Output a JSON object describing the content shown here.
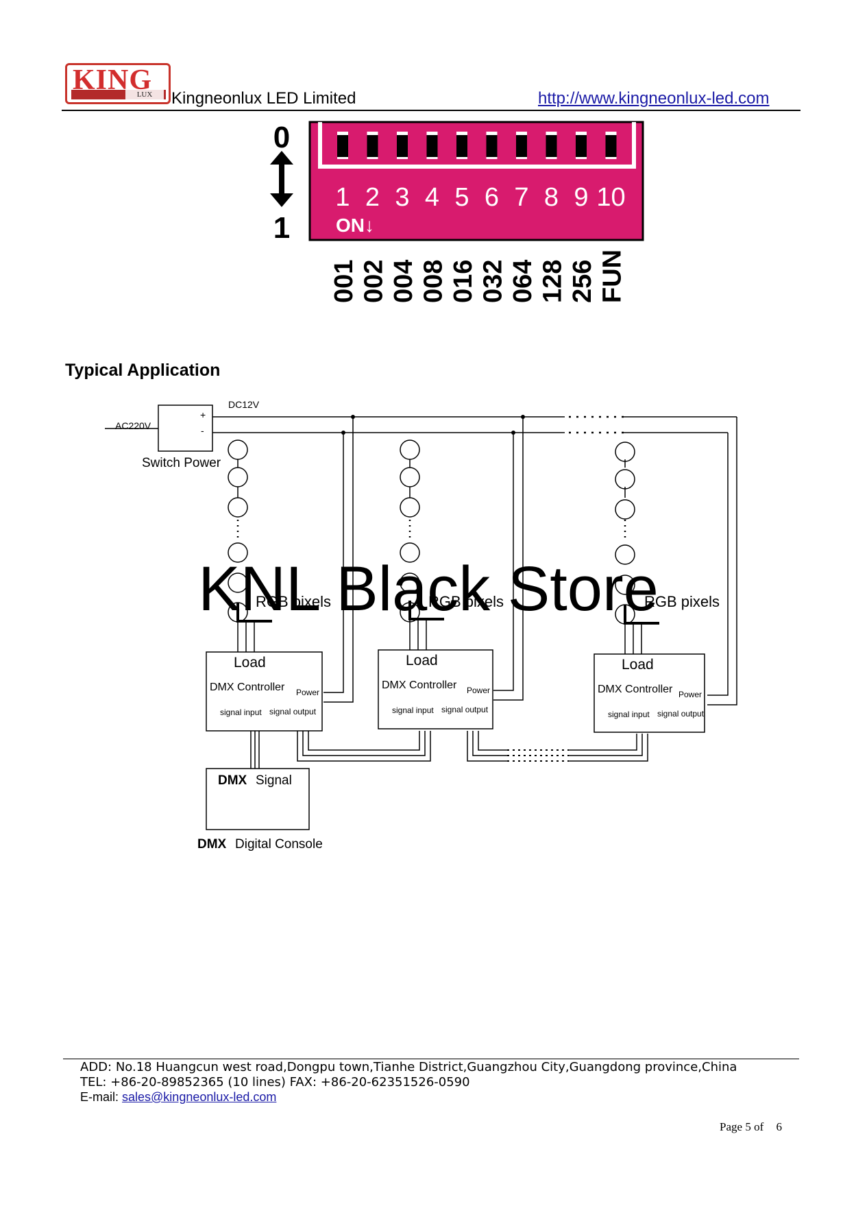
{
  "header": {
    "logo_text": "KING",
    "logo_sub": "LUX",
    "company": "Kingneonlux LED Limited",
    "url": "http://www.kingneonlux-led.com"
  },
  "dip_switch": {
    "label_off": "0",
    "label_on": "1",
    "on_label": "ON↓",
    "body_color": "#d81b6e",
    "numbers": [
      "1",
      "2",
      "3",
      "4",
      "5",
      "6",
      "7",
      "8",
      "9",
      "10"
    ],
    "values": [
      "001",
      "002",
      "004",
      "008",
      "016",
      "032",
      "064",
      "128",
      "256",
      "FUN"
    ]
  },
  "section_title": "Typical Application",
  "diagram": {
    "dc_label": "DC12V",
    "ac_label": "AC220V",
    "plus": "+",
    "minus": "-",
    "switch_power": "Switch Power",
    "rgb_pixels": "RGB pixels",
    "load": "Load",
    "dmx_controller": "DMX Controller",
    "power": "Power",
    "signal_input": "signal input",
    "signal_output": "signal output",
    "dmx_signal_bold": "DMX",
    "dmx_signal": "Signal",
    "console_bold": "DMX",
    "console": "Digital Console",
    "watermark": "KNL Black Store"
  },
  "footer": {
    "address": "ADD: No.18 Huangcun west road,Dongpu town,Tianhe District,Guangzhou City,Guangdong province,China",
    "tel": "TEL: +86-20-89852365 (10 lines) FAX: +86-20-62351526-0590",
    "email_label": "E-mail: ",
    "email": "sales@kingneonlux-led.com",
    "page_label": "Page 5 of",
    "page_total": "6"
  }
}
